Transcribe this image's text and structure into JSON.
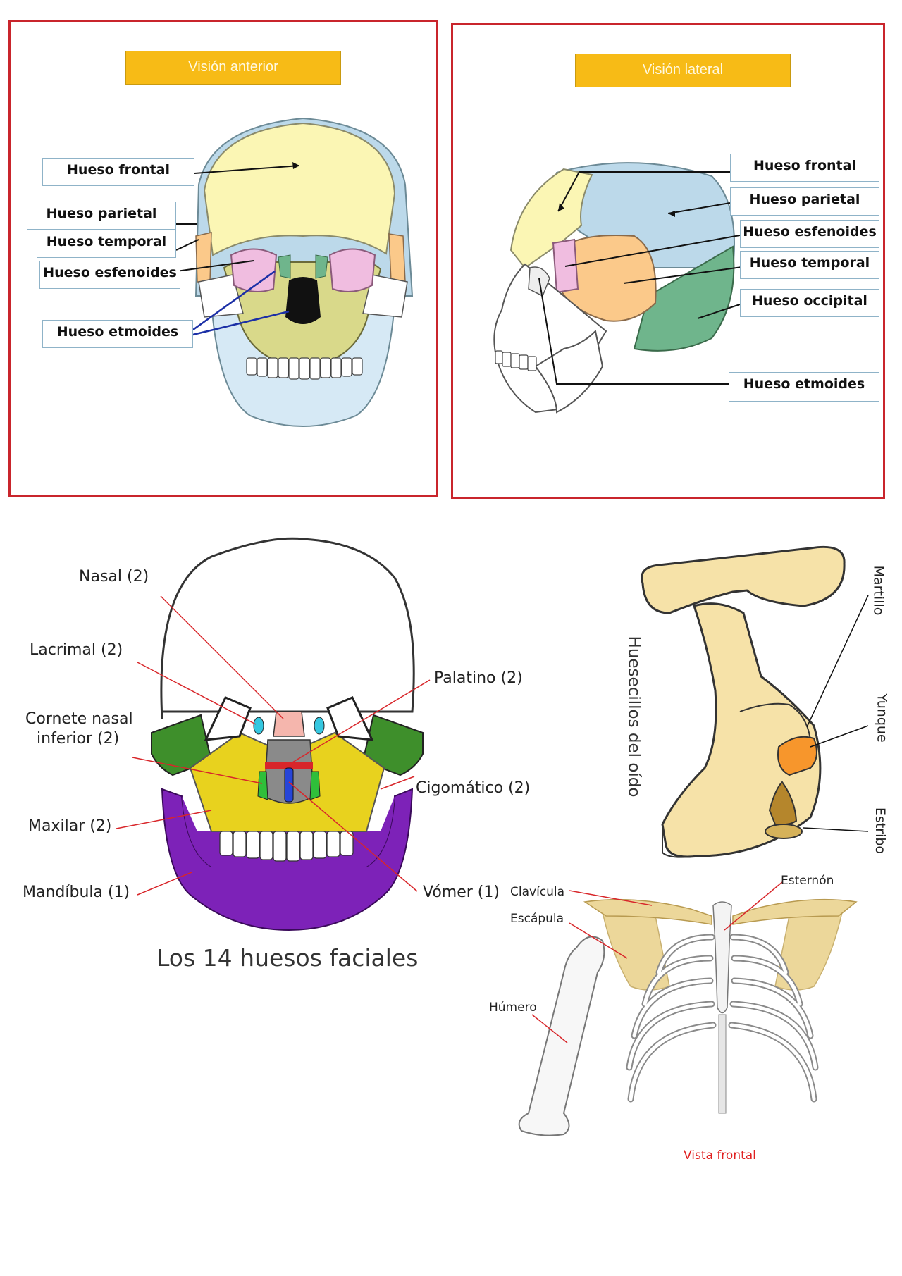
{
  "anterior": {
    "title": "Visión anterior",
    "labels": [
      "Hueso frontal",
      "Hueso parietal",
      "Hueso temporal",
      "Hueso esfenoides",
      "Hueso etmoides"
    ]
  },
  "lateral": {
    "title": "Visión lateral",
    "labels": [
      "Hueso frontal",
      "Hueso parietal",
      "Hueso esfenoides",
      "Hueso temporal",
      "Hueso occipital",
      "Hueso etmoides"
    ]
  },
  "facial": {
    "caption": "Los 14 huesos faciales",
    "labels": [
      "Nasal (2)",
      "Lacrimal (2)",
      "Palatino (2)",
      "Cornete nasal",
      "inferior (2)",
      "Cigomático (2)",
      "Maxilar (2)",
      "Mandíbula (1)",
      "Vómer (1)"
    ]
  },
  "ear": {
    "title": "Huesecillos del oído",
    "labels": [
      "Martillo",
      "Yunque",
      "Estribo"
    ]
  },
  "torso": {
    "labels": [
      "Clavícula",
      "Esternón",
      "Escápula",
      "Húmero"
    ],
    "caption": "Vista frontal"
  },
  "colors": {
    "frame": "#c9252c",
    "banner": "#f7bb16",
    "frontal": "#fbf6b4",
    "parietal": "#bcd9ea",
    "temporal": "#fbc98a",
    "sphenoid": "#f0bde0",
    "occipital": "#6fb58c",
    "maxilla": "#e8d21e",
    "mandible": "#7d22b8",
    "zygomatic": "#3e8f2b",
    "caption_red": "#e02020"
  }
}
